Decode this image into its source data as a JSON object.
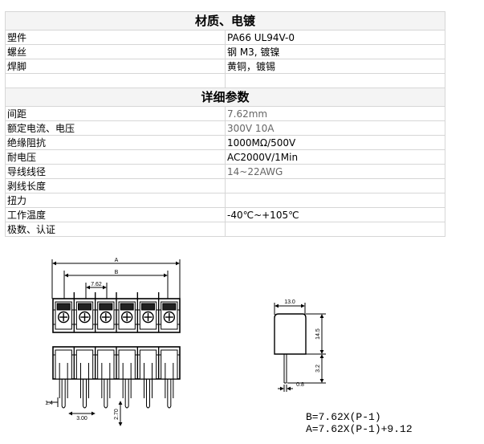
{
  "material": {
    "title": "材质、电镀",
    "rows": [
      {
        "label": "塑件",
        "value": "PA66 UL94V-0"
      },
      {
        "label": "螺丝",
        "value": "钢  M3, 镀镍"
      },
      {
        "label": "焊脚",
        "value": "黄铜，镀锡"
      },
      {
        "label": "",
        "value": ""
      }
    ]
  },
  "params": {
    "title": "详细参数",
    "rows": [
      {
        "label": "间距",
        "value": "7.62mm"
      },
      {
        "label": "额定电流、电压",
        "value": "300V  10A"
      },
      {
        "label": "绝缘阻抗",
        "value": "1000MΩ/500V"
      },
      {
        "label": "耐电压",
        "value": "AC2000V/1Min"
      },
      {
        "label": "导线线径",
        "value": "14~22AWG"
      },
      {
        "label": "剥线长度",
        "value": ""
      },
      {
        "label": "扭力",
        "value": ""
      },
      {
        "label": "工作温度",
        "value": "-40℃~+105℃"
      },
      {
        "label": "极数、认证",
        "value": ""
      }
    ]
  },
  "drawing": {
    "dim_A": "A",
    "dim_B": "B",
    "dim_pitch": "7.62",
    "dim_pin_offset": "1.4",
    "dim_pin_spacing": "3.00",
    "dim_pin_width": "2.70",
    "side_width": "13.0",
    "side_height": "14.5",
    "side_pin_length": "3.2",
    "side_pin_dia": "0.8",
    "formula_b": "B=7.62X(P-1)",
    "formula_a": "A=7.62X(P-1)+9.12"
  }
}
